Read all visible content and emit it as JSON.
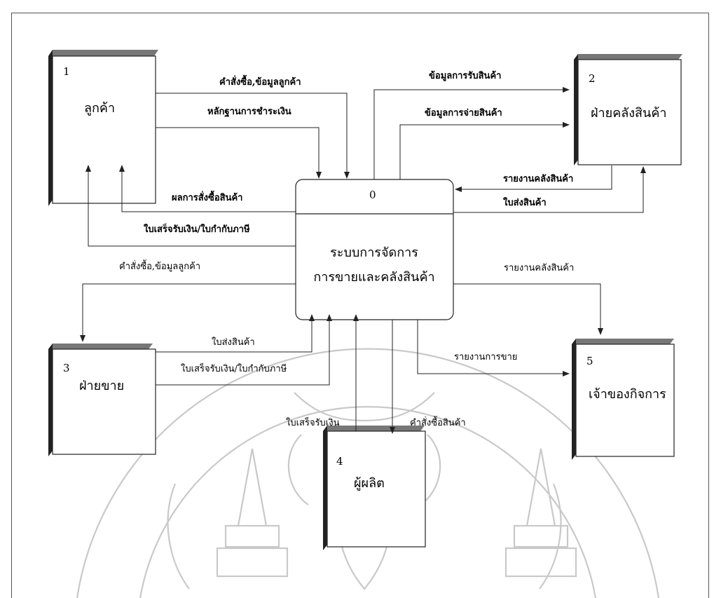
{
  "process": {
    "number": "0",
    "name_line1": "ระบบการจัดการ",
    "name_line2": "การขายและคลังสินค้า"
  },
  "entities": [
    {
      "number": "1",
      "name": "ลูกค้า"
    },
    {
      "number": "2",
      "name": "ฝ่ายคลังสินค้า"
    },
    {
      "number": "3",
      "name": "ฝ่ายขาย"
    },
    {
      "number": "4",
      "name": "ผู้ผลิต"
    },
    {
      "number": "5",
      "name": "เจ้าของกิจการ"
    }
  ],
  "flows": {
    "cust_order_in": "คำสั่งซื้อ,ข้อมูลลูกค้า",
    "cust_payment_in": "หลักฐานการชำระเงิน",
    "cust_result_out": "ผลการสั่งซื้อสินค้า",
    "cust_receipt_out": "ใบเสร็จรับเงิน/ใบกำกับภาษี",
    "wh_receive_out": "ข้อมูลการรับสินค้า",
    "wh_sale_out": "ข้อมูลการจ่ายสินค้า",
    "wh_report_in": "รายงานคลังสินค้า",
    "wh_delivery_out": "ใบส่งสินค้า",
    "sales_order_out": "คำสั่งซื้อ,ข้อมูลลูกค้า",
    "sales_delivery_in": "ใบส่งสินค้า",
    "sales_receipt_in": "ใบเสร็จรับเงิน/ใบกำกับภาษี",
    "owner_stock_report": "รายงานคลังสินค้า",
    "owner_sales_report": "รายงานการขาย",
    "prod_receipt_in": "ใบเสร็จรับเงิน",
    "prod_order_out": "คำสั่งซื้อสินค้า"
  }
}
